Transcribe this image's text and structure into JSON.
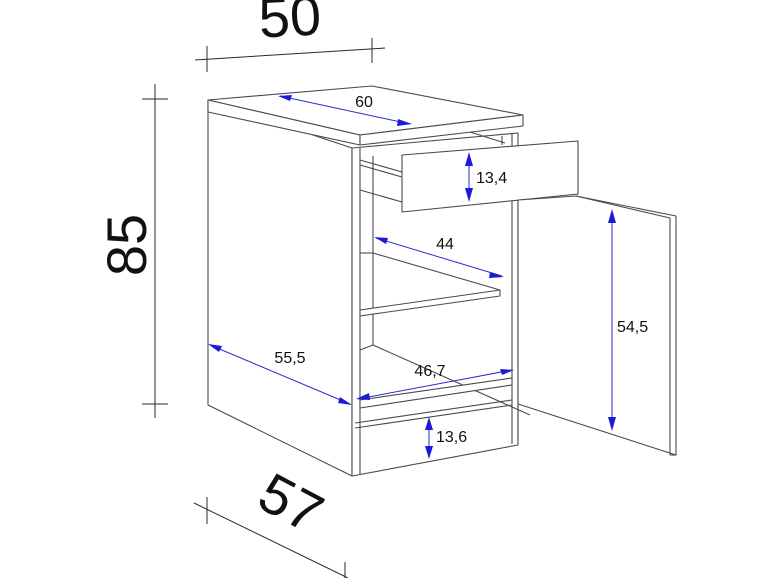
{
  "diagram": {
    "type": "technical-dimension-drawing",
    "subject": "kitchen base cabinet with drawer, shelf, open door and plinth",
    "units_note": "cm (implied)",
    "overall_dimensions": {
      "width": "50",
      "height": "85",
      "depth": "57"
    },
    "inner_dimensions": {
      "worktop_depth": "60",
      "drawer_height": "13,4",
      "shelf_depth": "44",
      "side_depth": "55,5",
      "inner_width": "46,7",
      "door_height": "54,5",
      "plinth_height": "13,6"
    },
    "colors": {
      "outline": "#4a4a4a",
      "dimension_line_overall": "#2a2a2a",
      "dimension_line_inner": "#2b2bd0",
      "arrow": "#1a1ad8",
      "background": "#ffffff"
    }
  }
}
